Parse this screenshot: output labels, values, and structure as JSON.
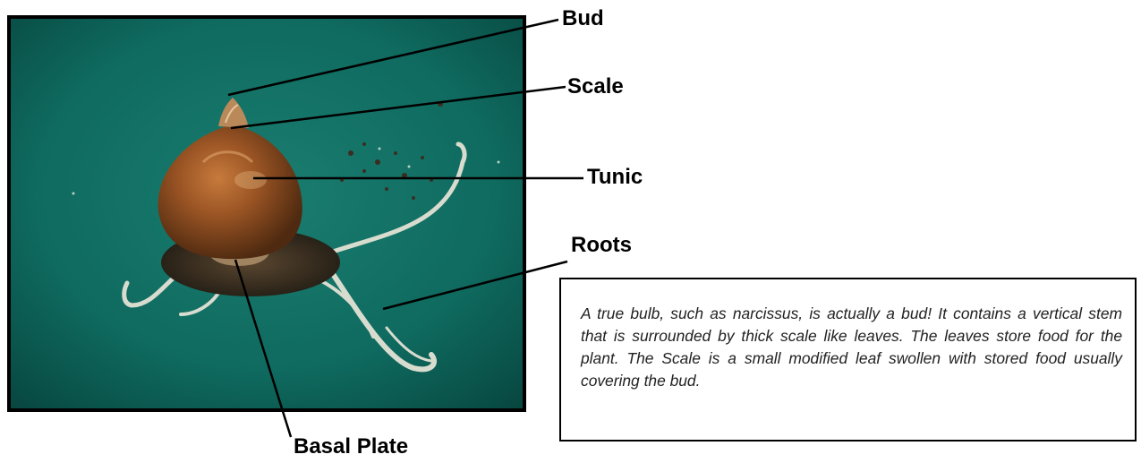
{
  "labels": {
    "bud": "Bud",
    "scale": "Scale",
    "tunic": "Tunic",
    "roots": "Roots",
    "basal_plate": "Basal Plate"
  },
  "description": "A true bulb, such as narcissus, is actually a bud!  It contains a vertical stem that is surrounded by thick scale like leaves. The leaves store food for the plant.  The Scale is a small modified leaf swollen with stored food usually covering the bud.",
  "colors": {
    "background_cloth": "#0f6a5f",
    "bulb": "#8a4a1c",
    "soil": "#2e2418",
    "roots": "#d8dccf",
    "leader_lines": "#000000"
  }
}
